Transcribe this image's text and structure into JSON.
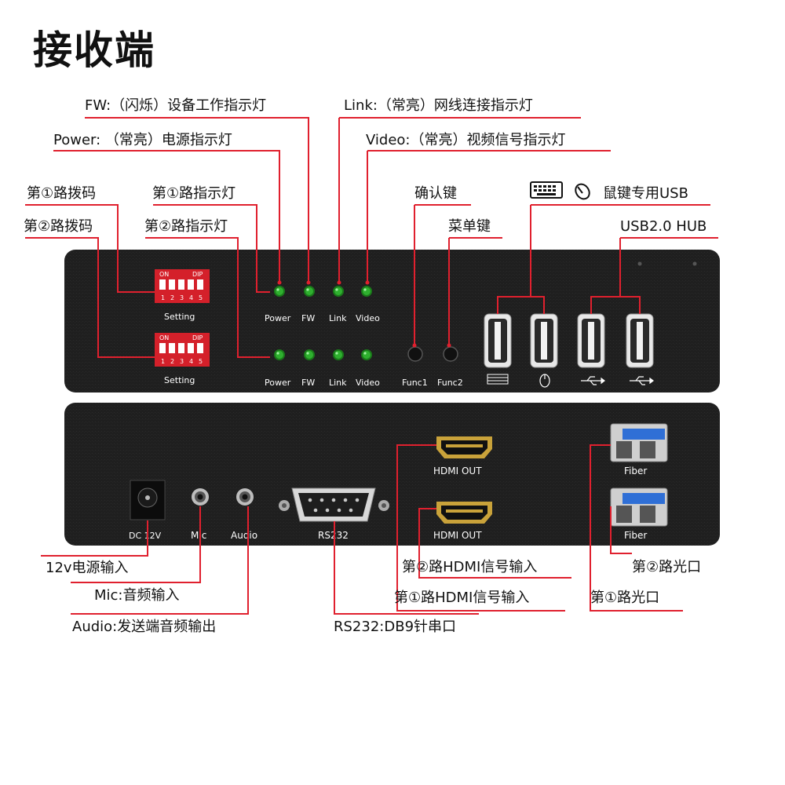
{
  "title": "接收端",
  "callouts": {
    "fw": "FW:（闪烁）设备工作指示灯",
    "link": "Link:（常亮）网线连接指示灯",
    "power": "Power: （常亮）电源指示灯",
    "video": "Video:（常亮）视频信号指示灯",
    "dip1": "第①路拨码",
    "led1": "第①路指示灯",
    "dip2": "第②路拨码",
    "led2": "第②路指示灯",
    "confirm": "确认键",
    "menu": "菜单键",
    "kbmouse_usb": "鼠键专用USB",
    "usb_hub": "USB2.0 HUB",
    "power_in": "12v电源输入",
    "mic_in": "Mic:音频输入",
    "audio_out": "Audio:发送端音频输出",
    "rs232": "RS232:DB9针串口",
    "hdmi2": "第②路HDMI信号输入",
    "hdmi1": "第①路HDMI信号输入",
    "fiber2": "第②路光口",
    "fiber1": "第①路光口"
  },
  "front_panel": {
    "setting": "Setting",
    "dip_on": "ON",
    "dip_label": "DIP",
    "dip_numbers": [
      "1",
      "2",
      "3",
      "4",
      "5"
    ],
    "leds": [
      "Power",
      "FW",
      "Link",
      "Video"
    ],
    "func1": "Func1",
    "func2": "Func2"
  },
  "rear_panel": {
    "dc": "DC 12V",
    "mic": "Mic",
    "audio": "Audio",
    "rs232": "RS232",
    "hdmi_out": "HDMI OUT",
    "fiber": "Fiber"
  },
  "colors": {
    "panel": "#1e1e1e",
    "callout_line": "#e0202e",
    "dip_switch": "#d4202a",
    "led": "#2a9a2a"
  }
}
